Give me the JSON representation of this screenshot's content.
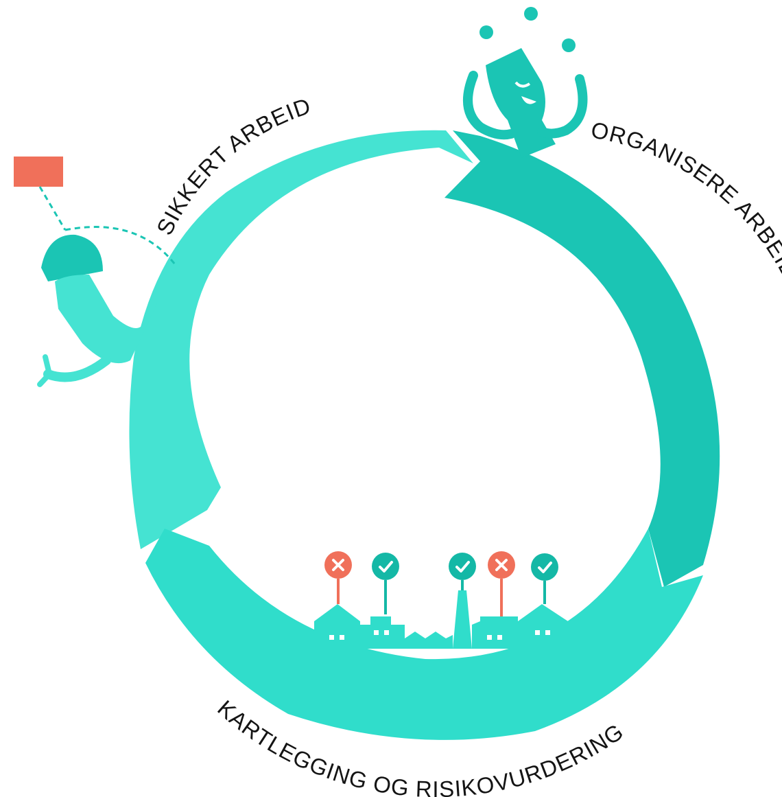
{
  "segments": [
    {
      "id": "sikkert",
      "label": "SIKKERT ARBEID",
      "color": "#45E3D2"
    },
    {
      "id": "organisere",
      "label": "ORGANISERE ARBEIDSMILJØARBEIDET",
      "color": "#1BC5B4"
    },
    {
      "id": "kartlegging",
      "label": "KARTLEGGING OG RISIKOVURDERING",
      "color": "#30DDCB"
    }
  ],
  "accent_color": "#F0705A",
  "check_color": "#14B8A6",
  "markers": [
    {
      "status": "cross",
      "icon": "cross-icon"
    },
    {
      "status": "check",
      "icon": "check-icon"
    },
    {
      "status": "check",
      "icon": "check-icon"
    },
    {
      "status": "cross",
      "icon": "cross-icon"
    },
    {
      "status": "check",
      "icon": "check-icon"
    }
  ]
}
